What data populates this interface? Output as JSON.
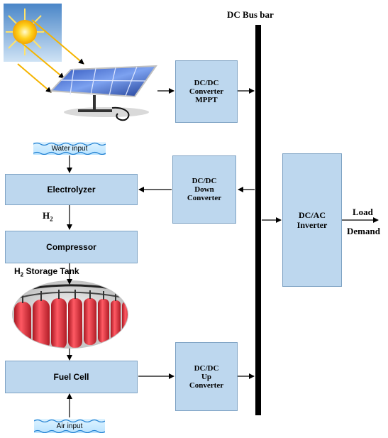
{
  "bus_label": "DC Bus bar",
  "blocks": {
    "mppt": [
      "DC/DC",
      "Converter",
      "MPPT"
    ],
    "down": [
      "DC/DC",
      "Down",
      "Converter"
    ],
    "up": [
      "DC/DC",
      "Up",
      "Converter"
    ],
    "inverter": [
      "DC/AC",
      "Inverter"
    ],
    "electrolyzer": "Electrolyzer",
    "compressor": "Compressor",
    "fuel_cell": "Fuel Cell"
  },
  "inputs": {
    "water": "Water input",
    "air": "Air input"
  },
  "labels": {
    "h2_main": "H",
    "h2_sub": "2",
    "storage_h": "H",
    "storage_sub": "2",
    "storage_rest": " Storage Tank",
    "load": "Load",
    "demand": "Demand"
  },
  "colors": {
    "block_fill": "#bdd7ee",
    "block_border": "#7fa3c4",
    "bus": "#000000",
    "tank_red": "#e0303a"
  },
  "icons": [
    "sun-icon",
    "solar-panel-icon",
    "hydrogen-tanks-icon"
  ]
}
